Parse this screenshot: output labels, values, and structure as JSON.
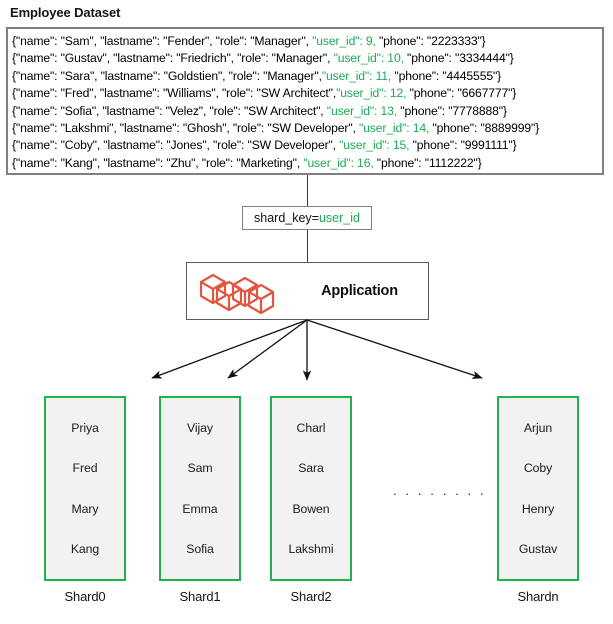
{
  "page_title": "Employee Dataset",
  "dataset": {
    "records": [
      {
        "prefix": "{\"name\": \"Sam\", \"lastname\": \"Fender\", \"role\": \"Manager\", ",
        "uid": "\"user_id\": 9,",
        "suffix": "  \"phone\": \"2223333\"}"
      },
      {
        "prefix": "{\"name\": \"Gustav\", \"lastname\": \"Friedrich\", \"role\": \"Manager\", ",
        "uid": "\"user_id\": 10,",
        "suffix": " \"phone\": \"3334444\"}"
      },
      {
        "prefix": "{\"name\": \"Sara\", \"lastname\": \"Goldstien\", \"role\": \"Manager\",",
        "uid": "\"user_id\": 11,",
        "suffix": " \"phone\": \"4445555\"}"
      },
      {
        "prefix": "{\"name\": \"Fred\", \"lastname\": \"Williams\", \"role\": \"SW Architect\",",
        "uid": "\"user_id\": 12,",
        "suffix": " \"phone\": \"6667777\"}"
      },
      {
        "prefix": "{\"name\": \"Sofia\", \"lastname\": \"Velez\", \"role\": \"SW Architect\", ",
        "uid": "\"user_id\": 13,",
        "suffix": " \"phone\": \"7778888\"}"
      },
      {
        "prefix": "{\"name\": \"Lakshmi\", \"lastname\": \"Ghosh\", \"role\": \"SW Developer\", ",
        "uid": "\"user_id\": 14,",
        "suffix": " \"phone\": \"8889999\"}"
      },
      {
        "prefix": "{\"name\": \"Coby\", \"lastname\": \"Jones\", \"role\": \"SW Developer\", ",
        "uid": "\"user_id\": 15,",
        "suffix": " \"phone\": \"9991111\"}"
      },
      {
        "prefix": "{\"name\": \"Kang\", \"lastname\": \"Zhu\", \"role\": \"Marketing\", ",
        "uid": "\"user_id\": 16,",
        "suffix": " \"phone\": \"1112222\"}"
      }
    ]
  },
  "shard_key": {
    "key_text": "shard_key=",
    "value_text": "user_id"
  },
  "application": {
    "label": "Application",
    "icon": "cubes-icon",
    "icon_color": "#e0563f"
  },
  "shards": [
    {
      "label": "Shard0",
      "items": [
        "Priya",
        "Fred",
        "Mary",
        "Kang"
      ]
    },
    {
      "label": "Shard1",
      "items": [
        "Vijay",
        "Sam",
        "Emma",
        "Sofia"
      ]
    },
    {
      "label": "Shard2",
      "items": [
        "Charl",
        "Sara",
        "Bowen",
        "Lakshmi"
      ]
    },
    {
      "label": "Shardn",
      "items": [
        "Arjun",
        "Coby",
        "Henry",
        "Gustav"
      ]
    }
  ],
  "ellipsis": ". . . . . . . .",
  "colors": {
    "accent_green": "#22b14c",
    "json_key_green": "#1faa55",
    "icon_orange": "#e0563f",
    "box_border_gray": "#7f7f7f",
    "shard_fill": "#f2f2f2"
  }
}
